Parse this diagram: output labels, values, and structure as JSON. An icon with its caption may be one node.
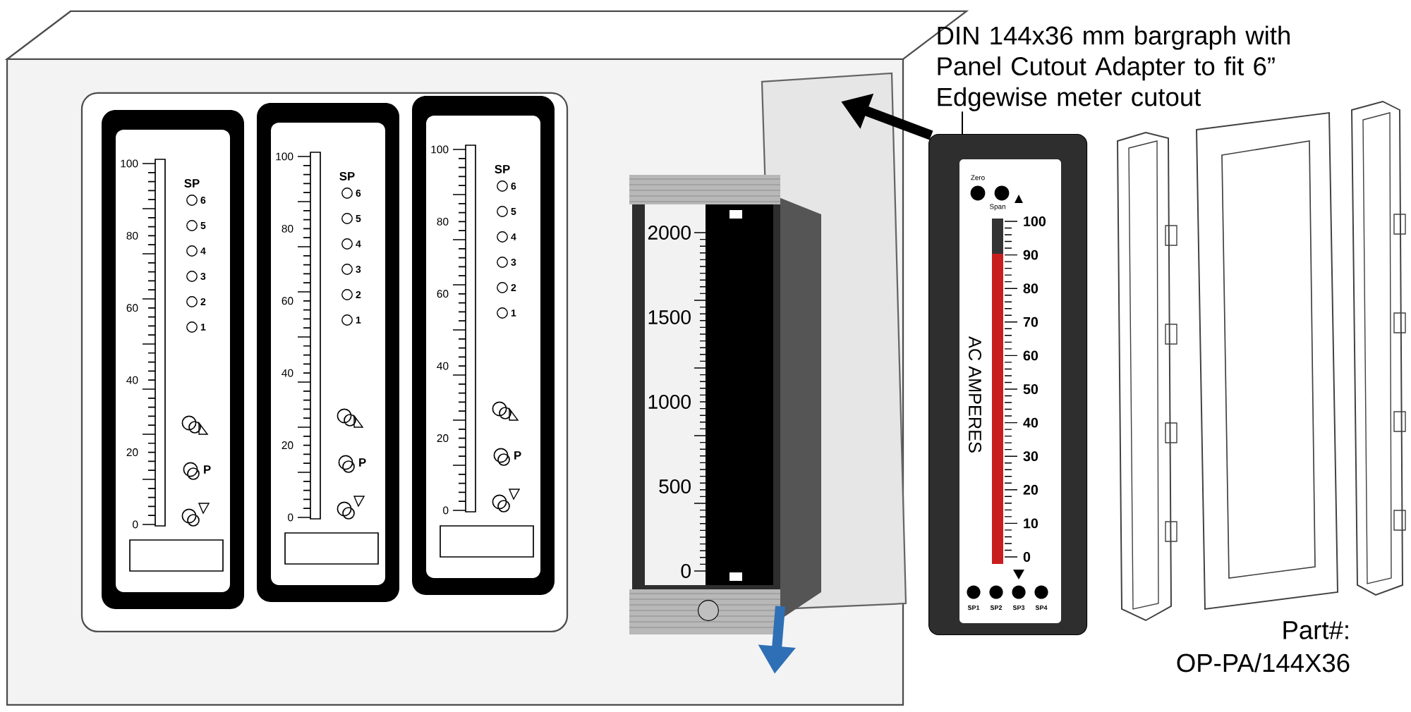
{
  "diagram": {
    "nodes": [
      {
        "text": [
          "DIN 144x36 mm bargraph with Panel Cutout Adapter to fit 6” Edgewise meter cutout"
        ]
      },
      {
        "text": [],
        "shape": "picture"
      }
    ],
    "edges": [
      {
        "from": 0,
        "to": 1,
        "arrow": "none"
      }
    ],
    "labels": [
      "100",
      "80",
      "60",
      "40",
      "20",
      "0",
      "SP",
      "6",
      "5",
      "4",
      "3",
      "2",
      "1",
      "P",
      "100",
      "80",
      "60",
      "40",
      "20",
      "0",
      "SP",
      "6",
      "5",
      "4",
      "3",
      "2",
      "1",
      "P",
      "100",
      "80",
      "60",
      "40",
      "20",
      "0",
      "SP",
      "6",
      "5",
      "4",
      "3",
      "2",
      "1",
      "P",
      "2000",
      "1500",
      "1000",
      "500",
      "0",
      "Zero",
      "Span",
      "100",
      "90",
      "80",
      "70",
      "60",
      "50",
      "40",
      "30",
      "20",
      "10",
      "0",
      "AC AMPERES",
      "SP1",
      "SP2",
      "SP3",
      "SP4",
      "Part#:",
      "OP-PA/144X36"
    ]
  }
}
